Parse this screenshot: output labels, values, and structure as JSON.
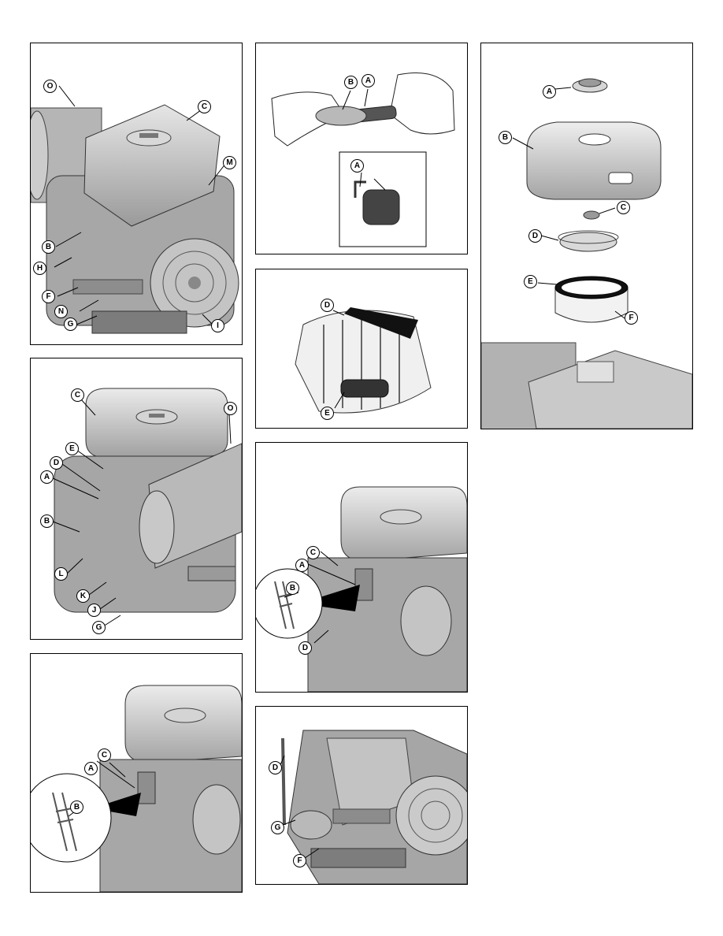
{
  "panels": [
    {
      "id": "p1",
      "callouts": {
        "O": "O",
        "C": "C",
        "M": "M",
        "B": "B",
        "H": "H",
        "F": "F",
        "N": "N",
        "G": "G",
        "I": "I"
      }
    },
    {
      "id": "p2",
      "callouts": {
        "C": "C",
        "O": "O",
        "E": "E",
        "D": "D",
        "A": "A",
        "B": "B",
        "L": "L",
        "K": "K",
        "J": "J",
        "G": "G"
      }
    },
    {
      "id": "p3",
      "callouts": {
        "C": "C",
        "A": "A",
        "B": "B"
      }
    },
    {
      "id": "p4",
      "callouts": {
        "B": "B",
        "A": "A",
        "A2": "A"
      }
    },
    {
      "id": "p5",
      "callouts": {
        "D": "D",
        "E": "E"
      }
    },
    {
      "id": "p6",
      "callouts": {
        "C": "C",
        "A": "A",
        "B": "B",
        "D": "D"
      }
    },
    {
      "id": "p7",
      "callouts": {
        "D": "D",
        "G": "G",
        "F": "F"
      }
    },
    {
      "id": "p8",
      "callouts": {
        "A": "A",
        "B": "B",
        "C": "C",
        "D": "D",
        "E": "E",
        "F": "F"
      }
    }
  ]
}
